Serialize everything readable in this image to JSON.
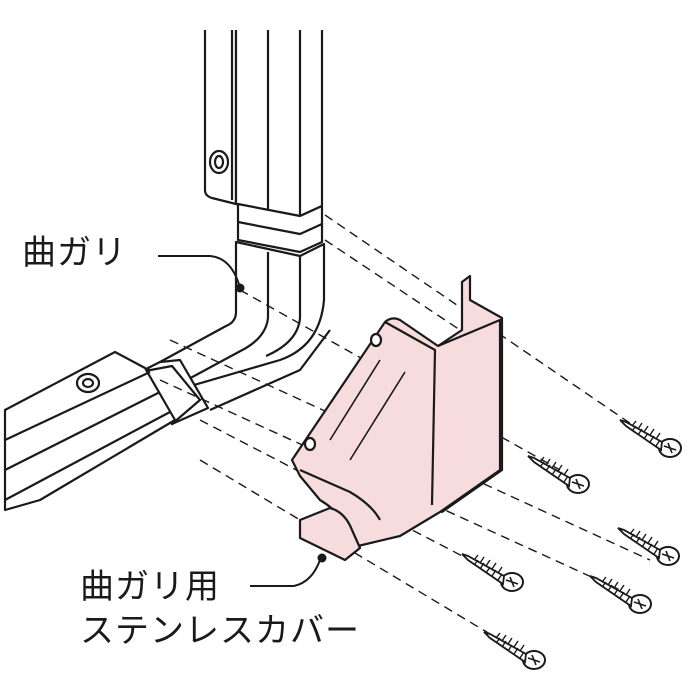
{
  "labels": {
    "bend": "曲ガリ",
    "cover_line1": "曲ガリ用",
    "cover_line2": "ステンレスカバー"
  },
  "colors": {
    "line": "#1a1a1a",
    "cover_fill": "#f6dcdc",
    "background": "#ffffff"
  },
  "parts": {
    "screw_count": 6
  }
}
